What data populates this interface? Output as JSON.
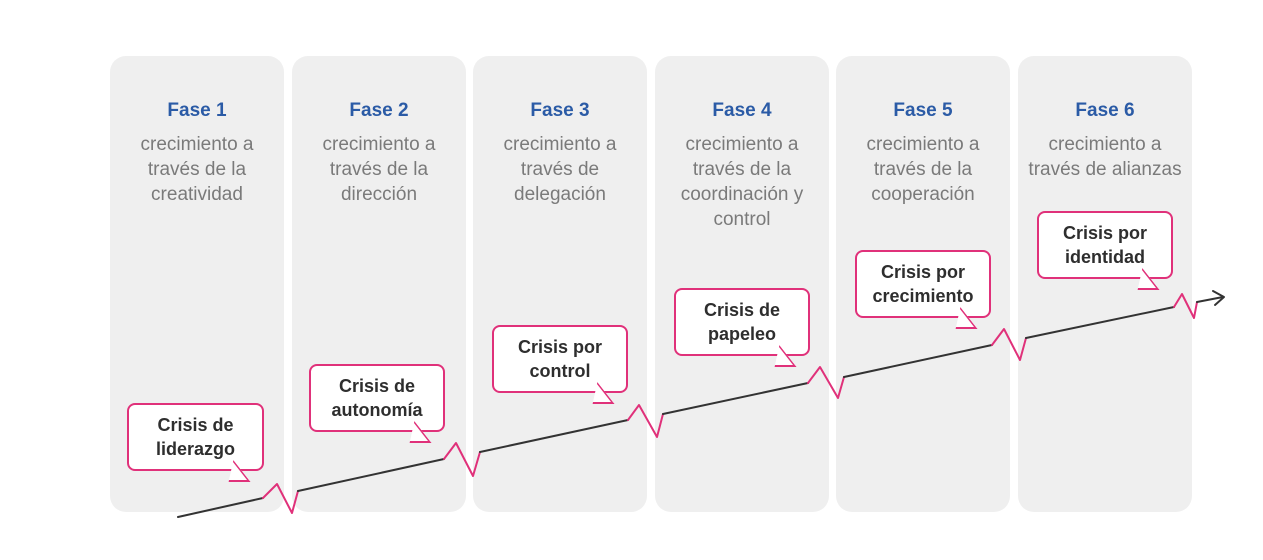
{
  "phases": [
    {
      "title": "Fase 1",
      "desc": "crecimiento a través de la creatividad",
      "crisis": "Crisis de liderazgo"
    },
    {
      "title": "Fase 2",
      "desc": "crecimiento a través de la dirección",
      "crisis": "Crisis de autonomía"
    },
    {
      "title": "Fase 3",
      "desc": "crecimiento a través de delegación",
      "crisis": "Crisis por control"
    },
    {
      "title": "Fase 4",
      "desc": "crecimiento a través de la coordinación y control",
      "crisis": "Crisis de papeleo"
    },
    {
      "title": "Fase 5",
      "desc": "crecimiento a través de la cooperación",
      "crisis": "Crisis por crecimiento"
    },
    {
      "title": "Fase 6",
      "desc": "crecimiento a través de alianzas",
      "crisis": "Crisis por identidad"
    }
  ],
  "colors": {
    "panel": "#efefef",
    "phase_title": "#2b5ba6",
    "phase_desc": "#7a7a7a",
    "crisis_border": "#e0317a",
    "growth_line": "#333333"
  }
}
